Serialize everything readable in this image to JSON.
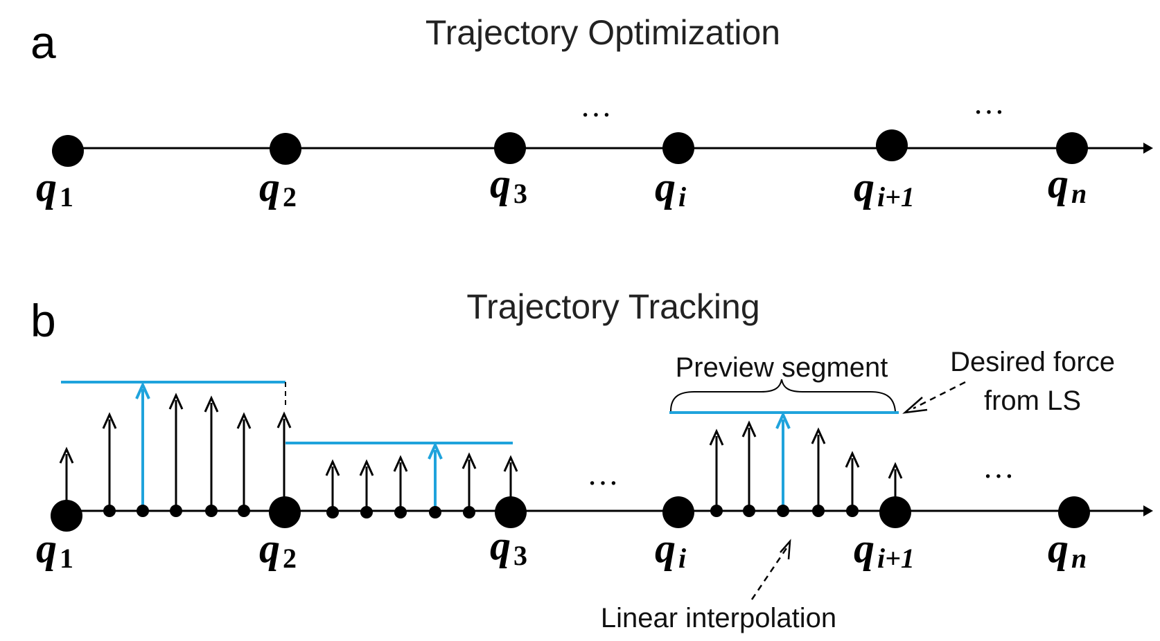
{
  "panel_a": {
    "letter": "a",
    "title": "Trajectory Optimization",
    "nodes": [
      {
        "base": "q",
        "sub": "1"
      },
      {
        "base": "q",
        "sub": "2"
      },
      {
        "base": "q",
        "sub": "3"
      },
      {
        "base": "q",
        "sub": "i"
      },
      {
        "base": "q",
        "sub": "i+1"
      },
      {
        "base": "q",
        "sub": "n"
      }
    ],
    "ellipsis": "…"
  },
  "panel_b": {
    "letter": "b",
    "title": "Trajectory Tracking",
    "nodes": [
      {
        "base": "q",
        "sub": "1"
      },
      {
        "base": "q",
        "sub": "2"
      },
      {
        "base": "q",
        "sub": "3"
      },
      {
        "base": "q",
        "sub": "i"
      },
      {
        "base": "q",
        "sub": "i+1"
      },
      {
        "base": "q",
        "sub": "n"
      }
    ],
    "ellipsis": "…",
    "preview_label": "Preview segment",
    "desired_force_label_line1": "Desired force",
    "desired_force_label_line2": "from LS",
    "interp_label": "Linear interpolation"
  },
  "colors": {
    "line": "#000000",
    "highlight": "#1fa3dc"
  }
}
